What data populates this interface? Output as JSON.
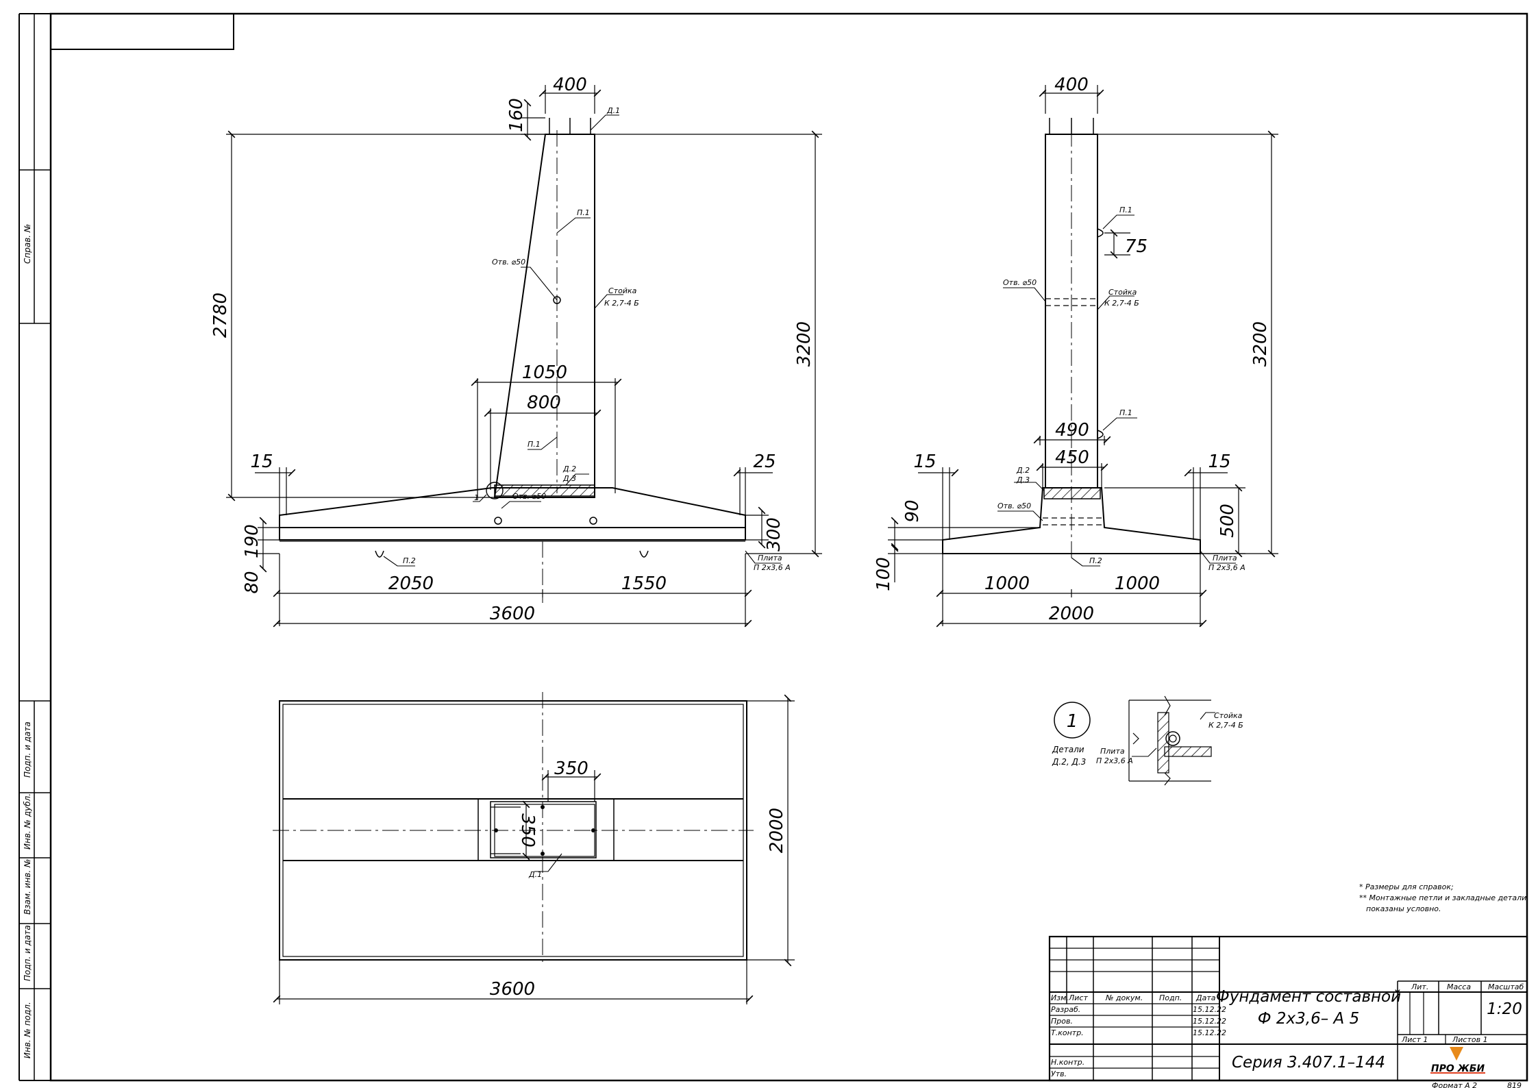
{
  "side_view": {
    "dims": {
      "top_width": "400",
      "top_height": "160",
      "inner_height": "2780",
      "total_height": "3200",
      "upper_width": "1050",
      "lower_width": "800",
      "left_offset": "15",
      "right_offset": "25",
      "slab_height": "190",
      "edge_height": "300",
      "bottom_offset": "80",
      "left_length": "2050",
      "right_length": "1550",
      "total_length": "3600"
    },
    "labels": {
      "d1": "Д.1",
      "p1_top": "П.1",
      "hole": "Отв. ⌀50",
      "post": "Стойка",
      "post_code": "К 2,7-4 Б",
      "p1_low": "П.1",
      "d2": "Д.2",
      "d3": "Д.3",
      "node": "1",
      "hole_low": "Отв. ⌀50",
      "p2": "П.2",
      "plate": "Плита",
      "plate_code": "П 2х3,6 А"
    }
  },
  "front_view": {
    "dims": {
      "top_width": "400",
      "loop_offset": "75",
      "total_height": "3200",
      "width_490": "490",
      "width_450": "450",
      "left_offset": "15",
      "right_offset": "15",
      "height_90": "90",
      "height_500": "500",
      "height_100": "100",
      "left_half": "1000",
      "right_half": "1000",
      "total_width": "2000"
    },
    "labels": {
      "p1_top": "П.1",
      "hole": "Отв. ⌀50",
      "post": "Стойка",
      "post_code": "К 2,7-4 Б",
      "p1_low": "П.1",
      "d2": "Д.2",
      "d3": "Д.3",
      "hole_low": "Отв. ⌀50",
      "p2": "П.2",
      "plate": "Плита",
      "plate_code": "П 2х3,6 А"
    }
  },
  "plan_view": {
    "dims": {
      "hole_width": "350",
      "hole_height": "350",
      "width": "2000",
      "length": "3600"
    },
    "labels": {
      "d1": "Д.1"
    }
  },
  "detail": {
    "number": "1",
    "title": "Детали",
    "subtitle": "Д.2, Д.3",
    "post": "Стойка",
    "post_code": "К 2,7-4 Б",
    "plate": "Плита",
    "plate_code": "П 2х3,6 А"
  },
  "notes": [
    "* Размеры для справок;",
    "** Монтажные петли и закладные детали",
    "показаны условно."
  ],
  "side_stamp": [
    "Справ. №",
    "Подп. и дата",
    "Инв. № дубл.",
    "Взам. инв. №",
    "Подп. и дата",
    "Инв. № подл."
  ],
  "title_block": {
    "headers": [
      "Изм.",
      "Лист",
      "№ докум.",
      "Подп.",
      "Дата"
    ],
    "rows": [
      {
        "role": "Разраб.",
        "date": "15.12.22"
      },
      {
        "role": "Пров.",
        "date": "15.12.22"
      },
      {
        "role": "Т.контр.",
        "date": "15.12.22"
      },
      {
        "role": "",
        "date": ""
      },
      {
        "role": "Н.контр.",
        "date": ""
      },
      {
        "role": "Утв.",
        "date": ""
      }
    ],
    "title_line1": "Фундамент составной",
    "title_line2": "Ф 2х3,6– А 5",
    "lit": "Лит.",
    "mass": "Масса",
    "scale_label": "Масштаб",
    "scale": "1:20",
    "sheet": "Лист 1",
    "sheets": "Листов 1",
    "series": "Серия  3.407.1–144",
    "logo": "ПРО ЖБИ",
    "format": "Формат А 2",
    "code": "819"
  }
}
